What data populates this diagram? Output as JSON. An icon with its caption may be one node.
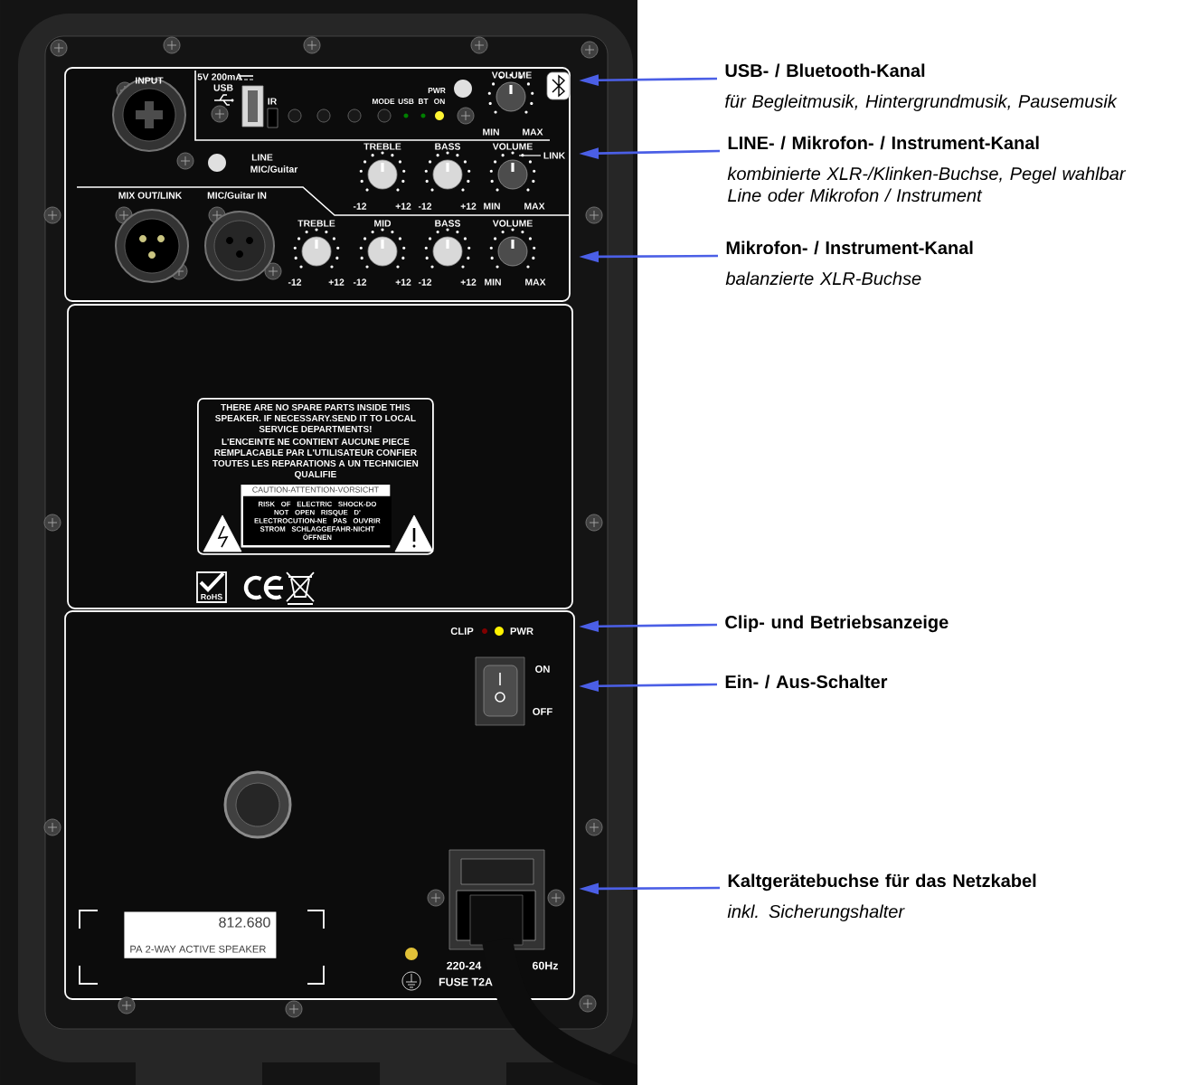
{
  "diagram": {
    "nodes": [
      {
        "text": [
          "USB- / Bluetooth-Kanal",
          "für Begleitmusik, Hintergrundmusik, Pausemusik"
        ]
      },
      {
        "text": [
          "LINE- / Mikrofon- / Instrument-Kanal",
          "kombinierte XLR-/Klinken-Buchse, Pegel wahlbar Line oder Mikrofon / Instrument"
        ]
      },
      {
        "text": [
          "Mikrofon- / Instrument-Kanal",
          "balanzierte XLR-Buchse"
        ]
      },
      {
        "text": [
          "Clip- und Betriebsanzeige"
        ]
      },
      {
        "text": [
          "Ein- / Aus-Schalter"
        ]
      },
      {
        "text": [
          "Kaltgerätebuchse für das Netzkabel",
          "inkl. Sicherungshalter"
        ]
      },
      {
        "text": [
          "THERE ARE NO SPARE PARTS INSIDE THIS SPEAKER. IF NECESSARY.SEND IT TO LOCAL SERVICE DEPARTMENTS!",
          "L'ENCEINTE NE CONTIENT AUCUNE PIECE REMPLACABLE PAR L'UTILISATEUR CONFIER TOUTES LES REPARATIONS A UN TECHNICIEN QUALIFIE"
        ]
      },
      {
        "text": [
          "CAUTION-ATTENTION-VORSICHT",
          "RISK OF ELECTRIC SHOCK-DO NOT OPEN RISQUE D' ELECTROCUTION-NE PAS OUVRIR STROM SCHLAGGEFAHR-NICHT ÖFFNEN"
        ],
        "in": 6
      },
      {
        "text": [
          "812.680",
          "PA 2-WAY ACTIVE SPEAKER"
        ]
      }
    ],
    "edges": [
      {
        "from": 0,
        "to": null,
        "arrow": "to"
      },
      {
        "from": 1,
        "to": null,
        "arrow": "to"
      },
      {
        "from": 2,
        "to": null,
        "arrow": "to"
      },
      {
        "from": 3,
        "to": null,
        "arrow": "to"
      },
      {
        "from": 4,
        "to": null,
        "arrow": "to"
      },
      {
        "from": 5,
        "to": null,
        "arrow": "to"
      }
    ],
    "labels": [
      "INPUT",
      "5V 200mA",
      "USB",
      "IR",
      "MODE",
      "USB",
      "BT",
      "PWR",
      "ON",
      "VOLUME",
      "MIN",
      "MAX",
      "LINE",
      "MIC/Guitar",
      "TREBLE",
      "BASS",
      "VOLUME",
      "LINK",
      "-12",
      "+12",
      "-12",
      "+12",
      "MIN",
      "MAX",
      "MIX OUT/LINK",
      "MIC/Guitar IN",
      "TREBLE",
      "MID",
      "BASS",
      "VOLUME",
      "-12",
      "+12",
      "-12",
      "+12",
      "-12",
      "+12",
      "MIN",
      "MAX",
      "RoHS",
      "CLIP",
      "PWR",
      "ON",
      "OFF",
      "220-24",
      "60Hz",
      "FUSE T2A"
    ]
  }
}
